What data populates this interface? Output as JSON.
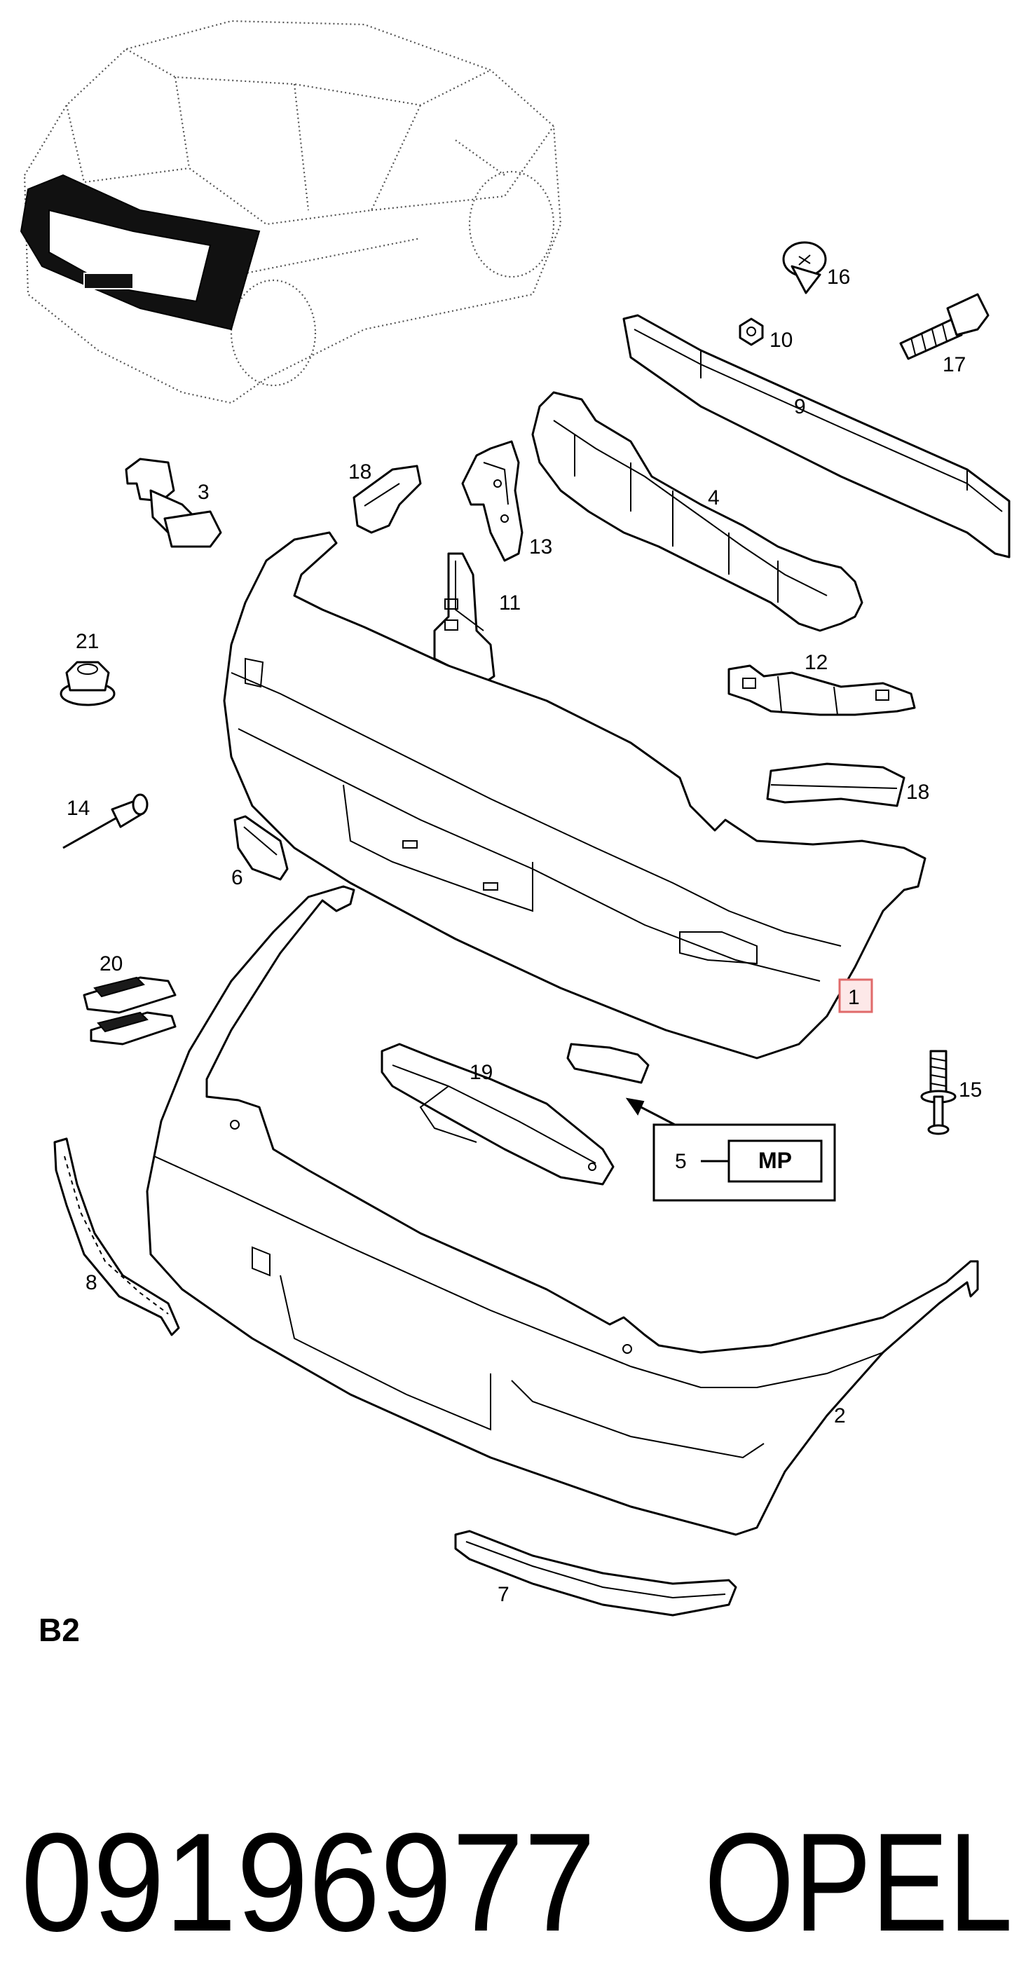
{
  "callouts": {
    "c1": "1",
    "c2": "2",
    "c3": "3",
    "c4": "4",
    "c5": "5",
    "c6": "6",
    "c7": "7",
    "c8": "8",
    "c9": "9",
    "c10": "10",
    "c11": "11",
    "c12": "12",
    "c13": "13",
    "c14": "14",
    "c15": "15",
    "c16": "16",
    "c17": "17",
    "c18a": "18",
    "c18b": "18",
    "c19": "19",
    "c20": "20",
    "c21": "21"
  },
  "mp_box": {
    "label": "MP"
  },
  "group_code": "B2",
  "footer": {
    "part_number": "09196977",
    "brand": "OPEL"
  },
  "colors": {
    "highlight_stroke": "#e06a6a",
    "highlight_fill": "#fde8e8"
  }
}
